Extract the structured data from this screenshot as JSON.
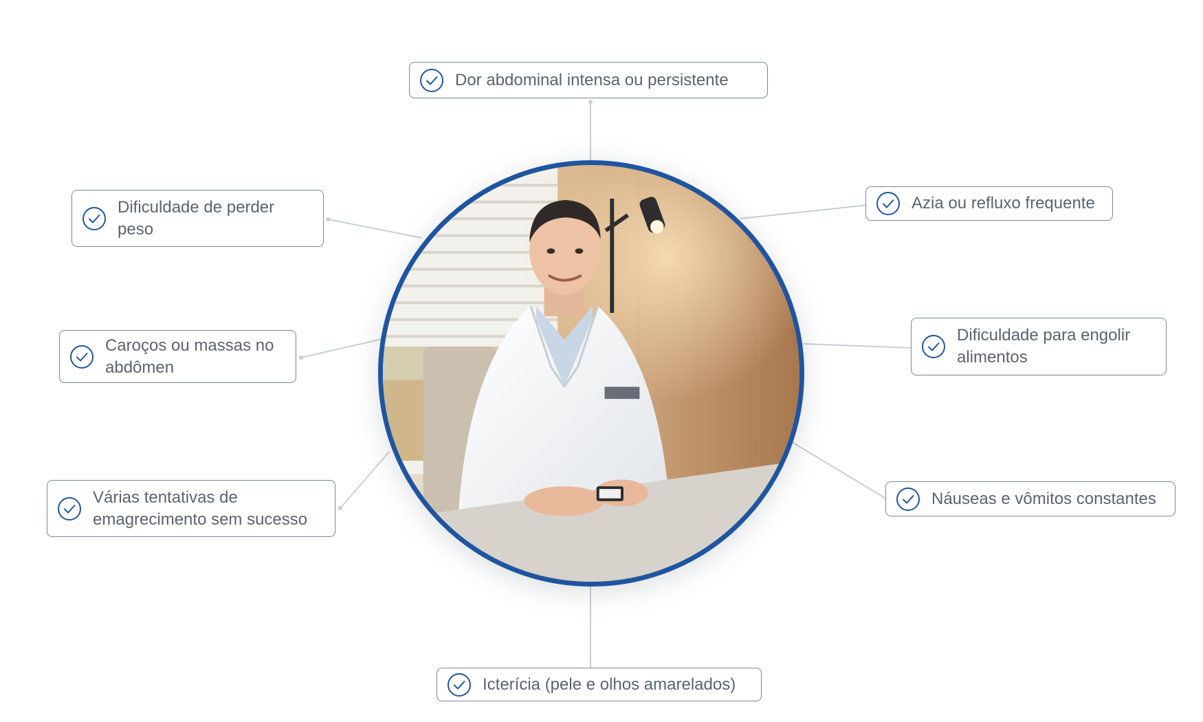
{
  "items": [
    {
      "id": "abdominal-pain",
      "label": "Dor abdominal intensa ou persistente"
    },
    {
      "id": "weight-loss-difficulty",
      "label": "Dificuldade de perder peso"
    },
    {
      "id": "heartburn",
      "label": "Azia ou refluxo frequente"
    },
    {
      "id": "lumps",
      "label": "Caroços ou massas no abdômen"
    },
    {
      "id": "swallowing",
      "label": "Dificuldade para engolir alimentos"
    },
    {
      "id": "weight-loss-attempts",
      "label": "Várias tentativas de emagrecimento sem sucesso"
    },
    {
      "id": "nausea",
      "label": "Náuseas e vômitos constantes"
    },
    {
      "id": "jaundice",
      "label": "Icterícia (pele e olhos amarelados)"
    }
  ],
  "colors": {
    "ring": "#1f55a0",
    "check": "#1f55a0",
    "border": "#7d8691",
    "text": "#5b636e",
    "connector": "#c9ced5"
  },
  "icons": {
    "check": "check-circle-icon"
  }
}
